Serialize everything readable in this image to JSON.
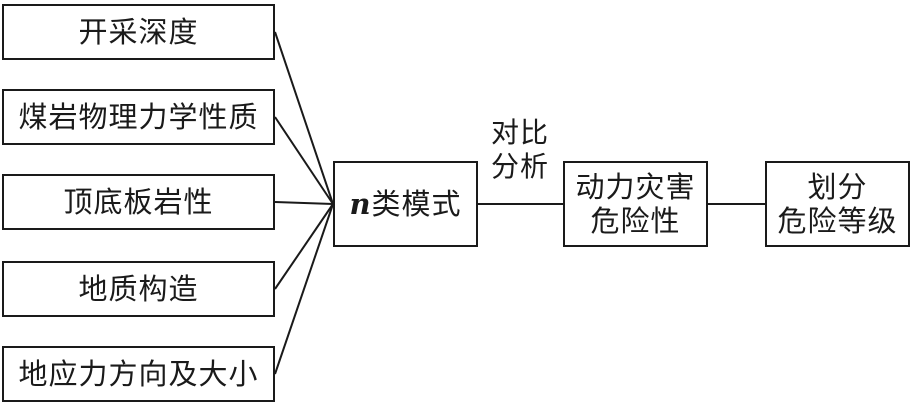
{
  "diagram": {
    "factors": [
      {
        "label": "开采深度"
      },
      {
        "label": "煤岩物理力学性质"
      },
      {
        "label": "顶底板岩性"
      },
      {
        "label": "地质构造"
      },
      {
        "label": "地应力方向及大小"
      }
    ],
    "mode_box": {
      "variable": "n",
      "text": "类模式"
    },
    "edge_label": {
      "line1": "对比",
      "line2": "分析"
    },
    "hazard_box": {
      "line1": "动力灾害",
      "line2": "危险性"
    },
    "level_box": {
      "line1": "划分",
      "line2": "危险等级"
    }
  }
}
